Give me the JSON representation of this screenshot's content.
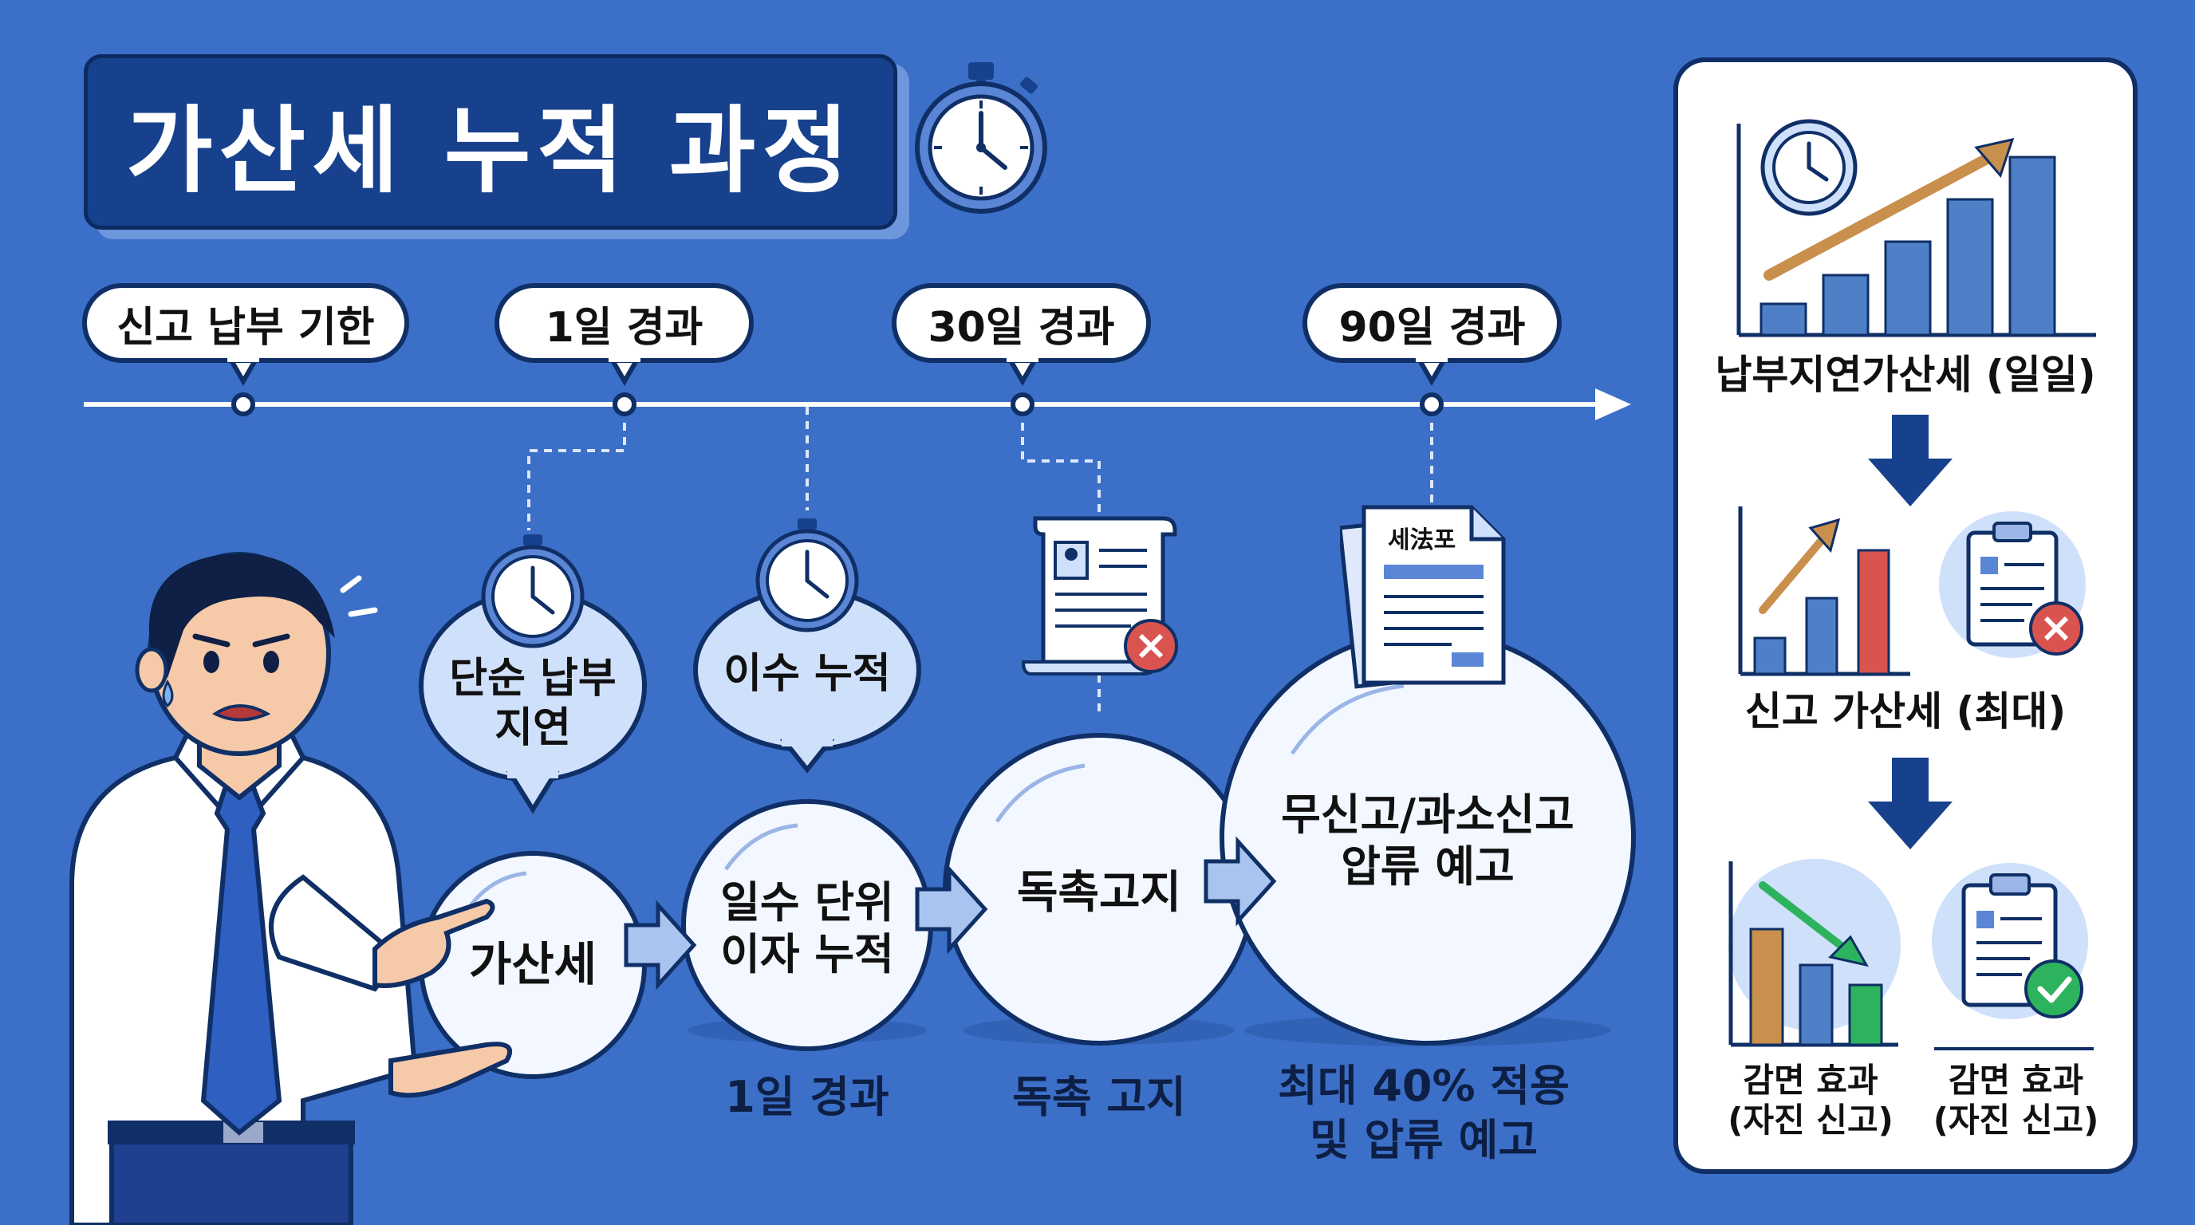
{
  "title": "가산세 누적 과정",
  "timeline": {
    "labels": [
      "신고 납부 기한",
      "1일 경과",
      "30일 경과",
      "90일 경과"
    ]
  },
  "speech": {
    "simple_delay": "단순 납부\n지연",
    "interest": "이수 누적"
  },
  "snowballs": {
    "first": "가산세",
    "second": "일수 단위\n이자 누적",
    "third": "독촉고지",
    "fourth": "무신고/과소신고\n압류 예고"
  },
  "captions": {
    "day1": "1일 경과",
    "notice": "독촉 고지",
    "max": "최대 40% 적용\n및 압류 예고"
  },
  "document_label": "세法포",
  "panel": {
    "daily_penalty": "납부지연가산세 (일일)",
    "report_penalty": "신고 가산세 (최대)",
    "reduction_left": "감면 효과\n(자진 신고)",
    "reduction_right": "감면 효과\n(자진 신고)"
  },
  "colors": {
    "background": "#3b6fc8",
    "navy": "#17418c",
    "bar_blue": "#4f7fc6",
    "bar_red": "#d9534f",
    "bar_orange": "#c98f4c",
    "bar_green": "#2db35d"
  }
}
